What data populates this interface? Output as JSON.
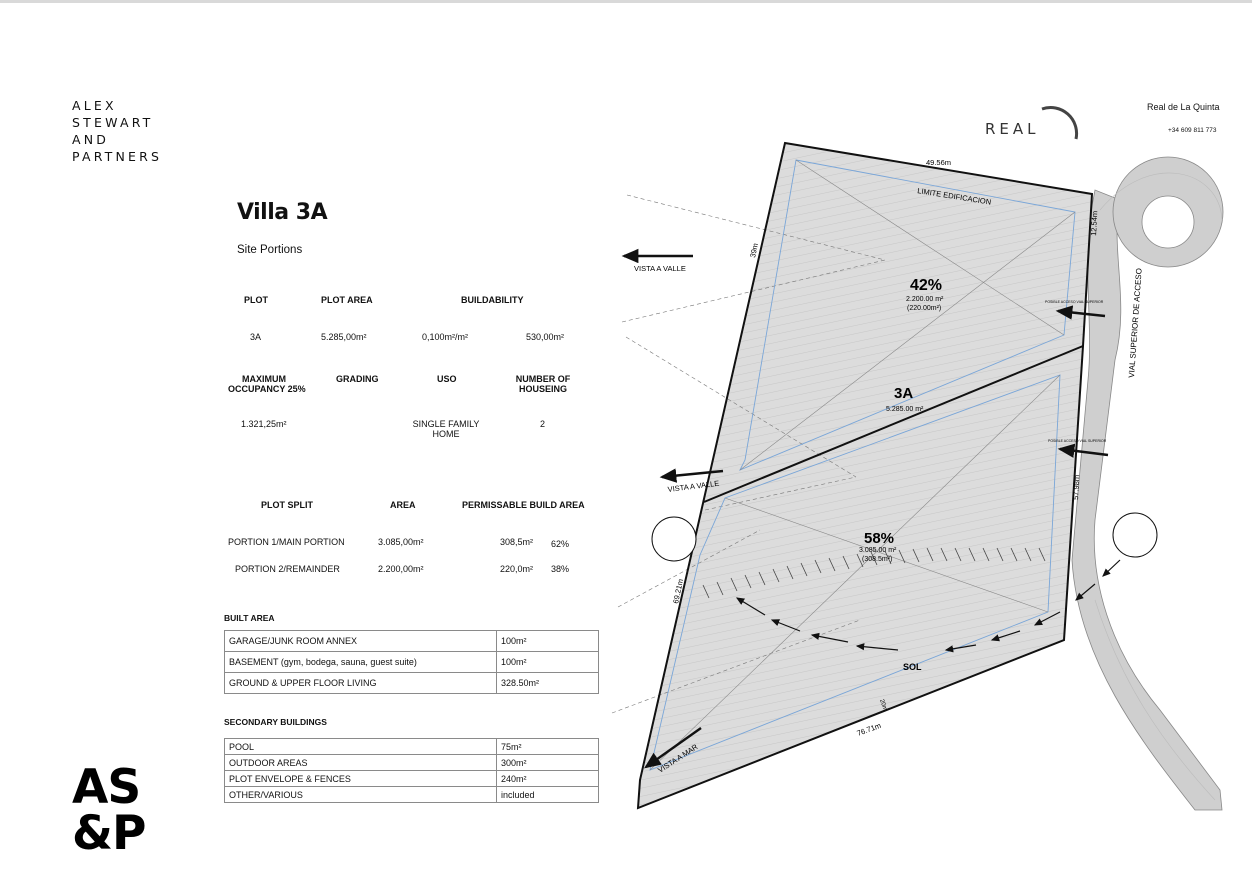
{
  "brand": {
    "lines": [
      "ALEX",
      "STEWART",
      "AND",
      "PARTNERS"
    ],
    "mark": [
      "AS",
      "&P"
    ]
  },
  "header": {
    "real_logo": "REAL",
    "location": "Real de La Quinta",
    "phone": "+34 609 811 773"
  },
  "villa": {
    "title": "Villa 3A",
    "subtitle": "Site Portions"
  },
  "plot_table": {
    "headers": [
      "PLOT",
      "PLOT AREA",
      "BUILDABILITY"
    ],
    "values": [
      "3A",
      "5.285,00m²",
      "0,100m²/m²",
      "530,00m²"
    ]
  },
  "occupancy_table": {
    "headers": [
      "MAXIMUM",
      "OCCUPANCY 25%",
      "GRADING",
      "USO",
      "NUMBER OF",
      "HOUSEING"
    ],
    "values": [
      "1.321,25m²",
      "SINGLE FAMILY",
      "HOME",
      "2"
    ]
  },
  "split_table": {
    "headers": [
      "PLOT SPLIT",
      "AREA",
      "PERMISSABLE BUILD AREA"
    ],
    "rows": [
      {
        "name": "PORTION 1/MAIN PORTION",
        "area": "3.085,00m²",
        "build": "308,5m²",
        "pct": "62%"
      },
      {
        "name": "PORTION 2/REMAINDER",
        "area": "2.200,00m²",
        "build": "220,0m²",
        "pct": "38%"
      }
    ]
  },
  "built_area": {
    "heading": "BUILT AREA",
    "rows": [
      {
        "label": "GARAGE/JUNK ROOM ANNEX",
        "value": "100m²"
      },
      {
        "label": "BASEMENT (gym, bodega, sauna, guest suite)",
        "value": "100m²"
      },
      {
        "label": "GROUND & UPPER FLOOR LIVING",
        "value": "328.50m²"
      }
    ]
  },
  "secondary": {
    "heading": "SECONDARY BUILDINGS",
    "rows": [
      {
        "label": "POOL",
        "value": "75m²"
      },
      {
        "label": "OUTDOOR AREAS",
        "value": "300m²"
      },
      {
        "label": "PLOT ENVELOPE & FENCES",
        "value": "240m²"
      },
      {
        "label": "OTHER/VARIOUS",
        "value": "included"
      }
    ]
  },
  "plan": {
    "dim_top": "49.56m",
    "dim_left_top": "39m",
    "dim_right_top": "12.54m",
    "dim_right_mid": "57.98m",
    "dim_left_bottom": "69.21m",
    "dim_bottom": "76.71m",
    "dim_corner": "20m",
    "limit_label": "LIMITE EDIFICACION",
    "vista_valle_1": "VISTA A VALLE",
    "vista_valle_2": "VISTA A VALLE",
    "vista_mar": "VISTA A MAR",
    "road_label": "VIAL SUPERIOR DE ACCESO",
    "access_1": "POSIBLE ACCESO VIAL SUPERIOR",
    "access_2": "POSIBLE ACCESO VIAL SUPERIOR",
    "upper_pct": "42%",
    "upper_area": "2.200.00 m²",
    "upper_build": "(220.00m²)",
    "plot_name": "3A",
    "plot_area": "5.285.00 m²",
    "lower_pct": "58%",
    "lower_area": "3.085.00 m²",
    "lower_build": "(308.5m²)",
    "sun_label": "SOL"
  },
  "colors": {
    "plot_fill": "#dcdcdc",
    "boundary_blue": "#7aa6d8",
    "road_fill": "#cfcfcf"
  }
}
